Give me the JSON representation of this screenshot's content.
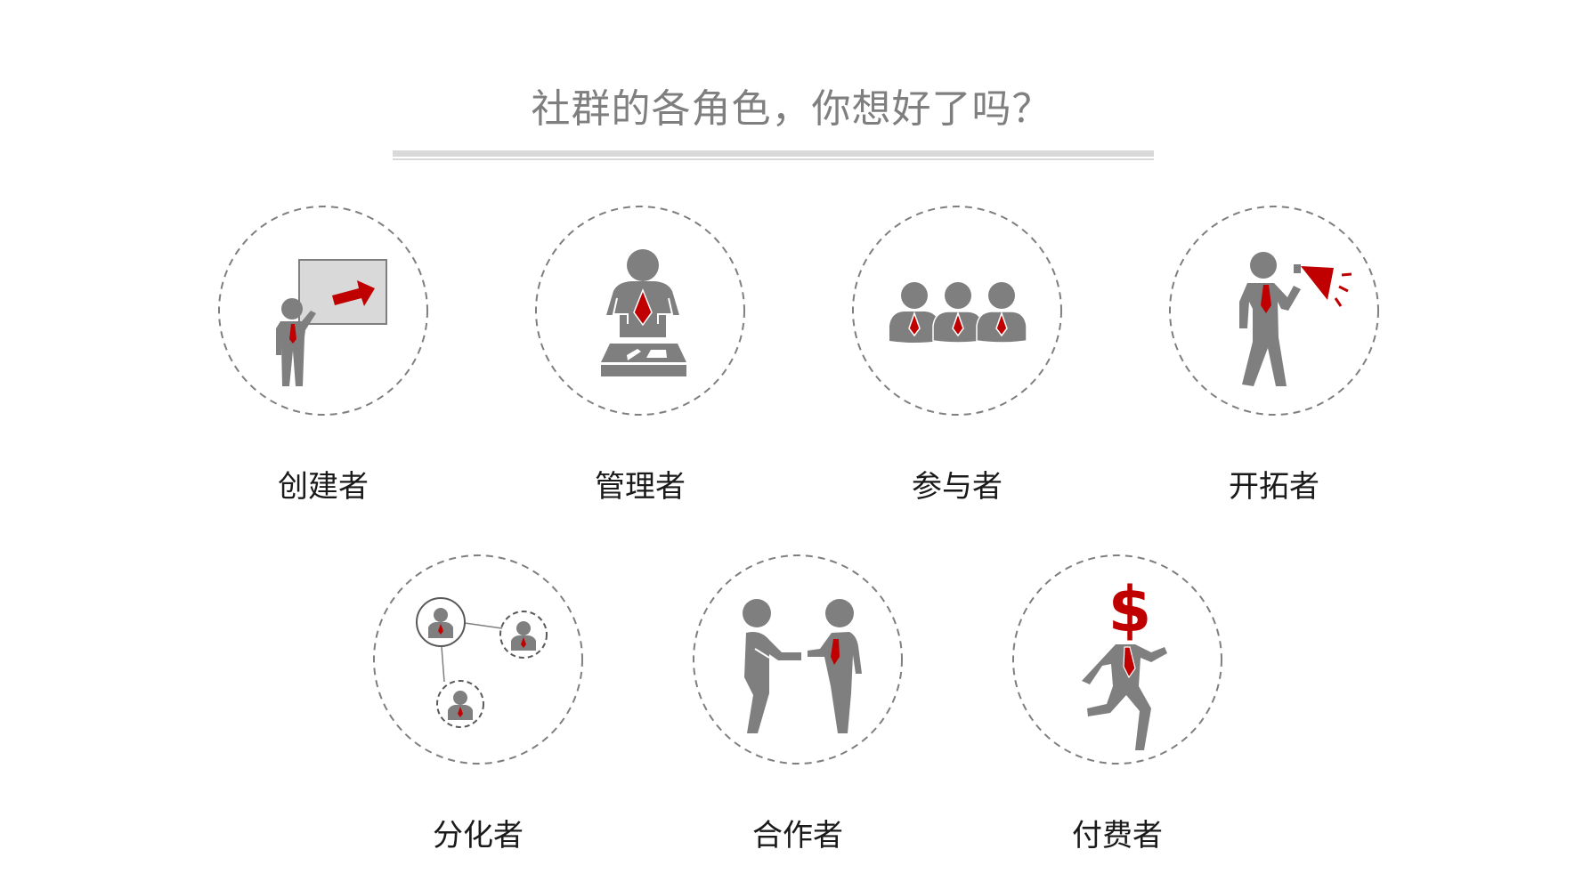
{
  "header": {
    "title": "社群的各角色，你想好了吗？"
  },
  "colors": {
    "figure_gray": "#7f7f7f",
    "accent_red": "#c00000",
    "ring_gray": "#7f7f7f",
    "rule_gray": "#d9d9d9"
  },
  "roles": [
    {
      "label": "创建者",
      "icon": "presenter-whiteboard-icon"
    },
    {
      "label": "管理者",
      "icon": "manager-desk-icon"
    },
    {
      "label": "参与者",
      "icon": "group-participants-icon"
    },
    {
      "label": "开拓者",
      "icon": "megaphone-person-icon"
    },
    {
      "label": "分化者",
      "icon": "network-split-icon"
    },
    {
      "label": "合作者",
      "icon": "handshake-icon"
    },
    {
      "label": "付费者",
      "icon": "dollar-runner-icon"
    }
  ]
}
